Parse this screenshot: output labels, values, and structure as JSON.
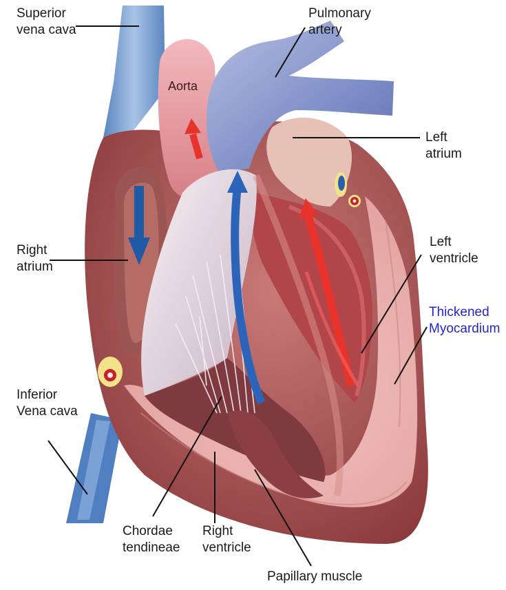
{
  "colors": {
    "leader_line": "#111111",
    "highlight_label": "#2424c8",
    "myocardium": "#e8aeab",
    "oxygenated_flow": "#e8322c",
    "deoxygenated_flow": "#2b64b8",
    "vena_cava": "#6f9ccf"
  },
  "labels": {
    "superior_vena_cava": [
      "Superior",
      "vena cava"
    ],
    "pulmonary_artery": [
      "Pulmonary",
      "artery"
    ],
    "aorta": [
      "Aorta"
    ],
    "left_atrium": [
      "Left",
      "atrium"
    ],
    "right_atrium": [
      "Right",
      "atrium"
    ],
    "left_ventricle": [
      "Left",
      "ventricle"
    ],
    "thickened_myocardium": [
      "Thickened",
      "Myocardium"
    ],
    "inferior_vena_cava": [
      "Inferior",
      "Vena cava"
    ],
    "chordae_tendineae": [
      "Chordae",
      "tendineae"
    ],
    "right_ventricle": [
      "Right",
      "ventricle"
    ],
    "papillary_muscle": [
      "Papillary muscle"
    ]
  }
}
